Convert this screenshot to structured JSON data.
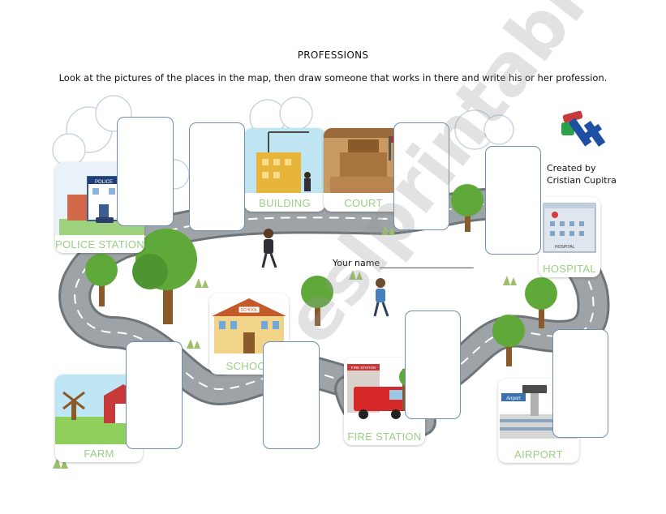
{
  "worksheet": {
    "title": "PROFESSIONS",
    "instructions": "Look at the pictures of the places in the map, then draw someone that works in there and write his or her profession.",
    "your_name_label": "Your name_____________________",
    "credit_line1": "Created by",
    "credit_line2": "Cristian Cupitra"
  },
  "places": [
    {
      "id": "police-station",
      "label": "POLICE STATION"
    },
    {
      "id": "building",
      "label": "BUILDING"
    },
    {
      "id": "court",
      "label": "COURT"
    },
    {
      "id": "hospital",
      "label": "HOSPITAL"
    },
    {
      "id": "school",
      "label": "SCHOOL"
    },
    {
      "id": "farm",
      "label": "FARM"
    },
    {
      "id": "fire-station",
      "label": "FIRE STATION"
    },
    {
      "id": "airport",
      "label": "AIRPORT"
    }
  ],
  "signs": {
    "police": "POLICE",
    "school": "SCHOOL",
    "fire": "FIRE STATION",
    "airport": "Airport",
    "hospital": "HOSPITAL"
  },
  "watermark": "eslprintables.com",
  "colors": {
    "road": "#9ea3a7",
    "road_edge": "#6f7478",
    "tree": "#5fa83a",
    "trunk": "#8a5a2b",
    "label_green": "#9bcf86",
    "box_border": "#6d8fb3"
  }
}
